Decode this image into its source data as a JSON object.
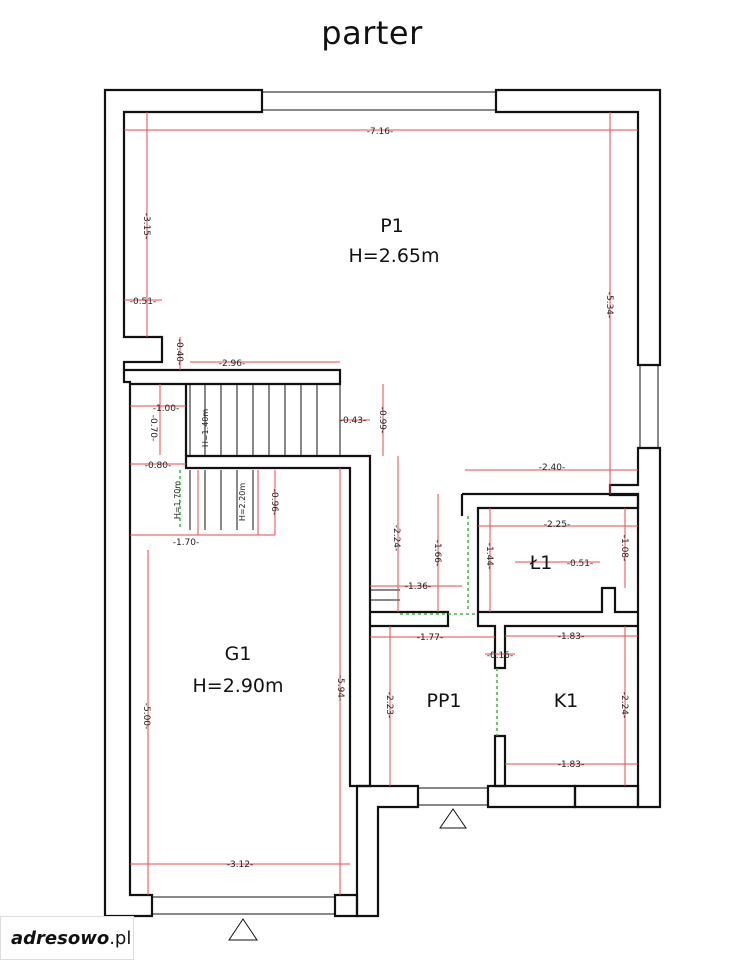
{
  "title": "parter",
  "rooms": {
    "p1_name": "P1",
    "p1_height": "H=2.65m",
    "g1_name": "G1",
    "g1_height": "H=2.90m",
    "l1_name": "Ł1",
    "pp1_name": "PP1",
    "k1_name": "K1"
  },
  "dims": {
    "d716": "-7.16-",
    "d315": "-3.15-",
    "d051a": "-0.51-",
    "d534": "-5.34-",
    "d040": "-0.40-",
    "d296": "-2.96-",
    "d100": "-1.00-",
    "d070": "-0.70-",
    "h140": "H=1.40m",
    "d043": "-0.43-",
    "d099": "-0.99-",
    "d080": "-0.80-",
    "d240": "-2.40-",
    "h170": "H=1.70m",
    "h220": "H=2.20m",
    "d096": "-0.96-",
    "d224a": "-2.24-",
    "d166": "-1.66-",
    "d144": "-1.44-",
    "d225": "-2.25-",
    "d108": "-1.08-",
    "d051b": "-0.51-",
    "d170": "-1.70-",
    "d136": "-1.36-",
    "d177": "-1.77-",
    "d183a": "-1.83-",
    "d015": "-0.15-",
    "d500": "-5.00-",
    "d594": "-5.94-",
    "d223": "-2.23-",
    "d224b": "-2.24-",
    "d183b": "-1.83-",
    "d312": "-3.12-"
  },
  "logo": {
    "brand": "adresowo",
    "suffix": ".pl"
  }
}
